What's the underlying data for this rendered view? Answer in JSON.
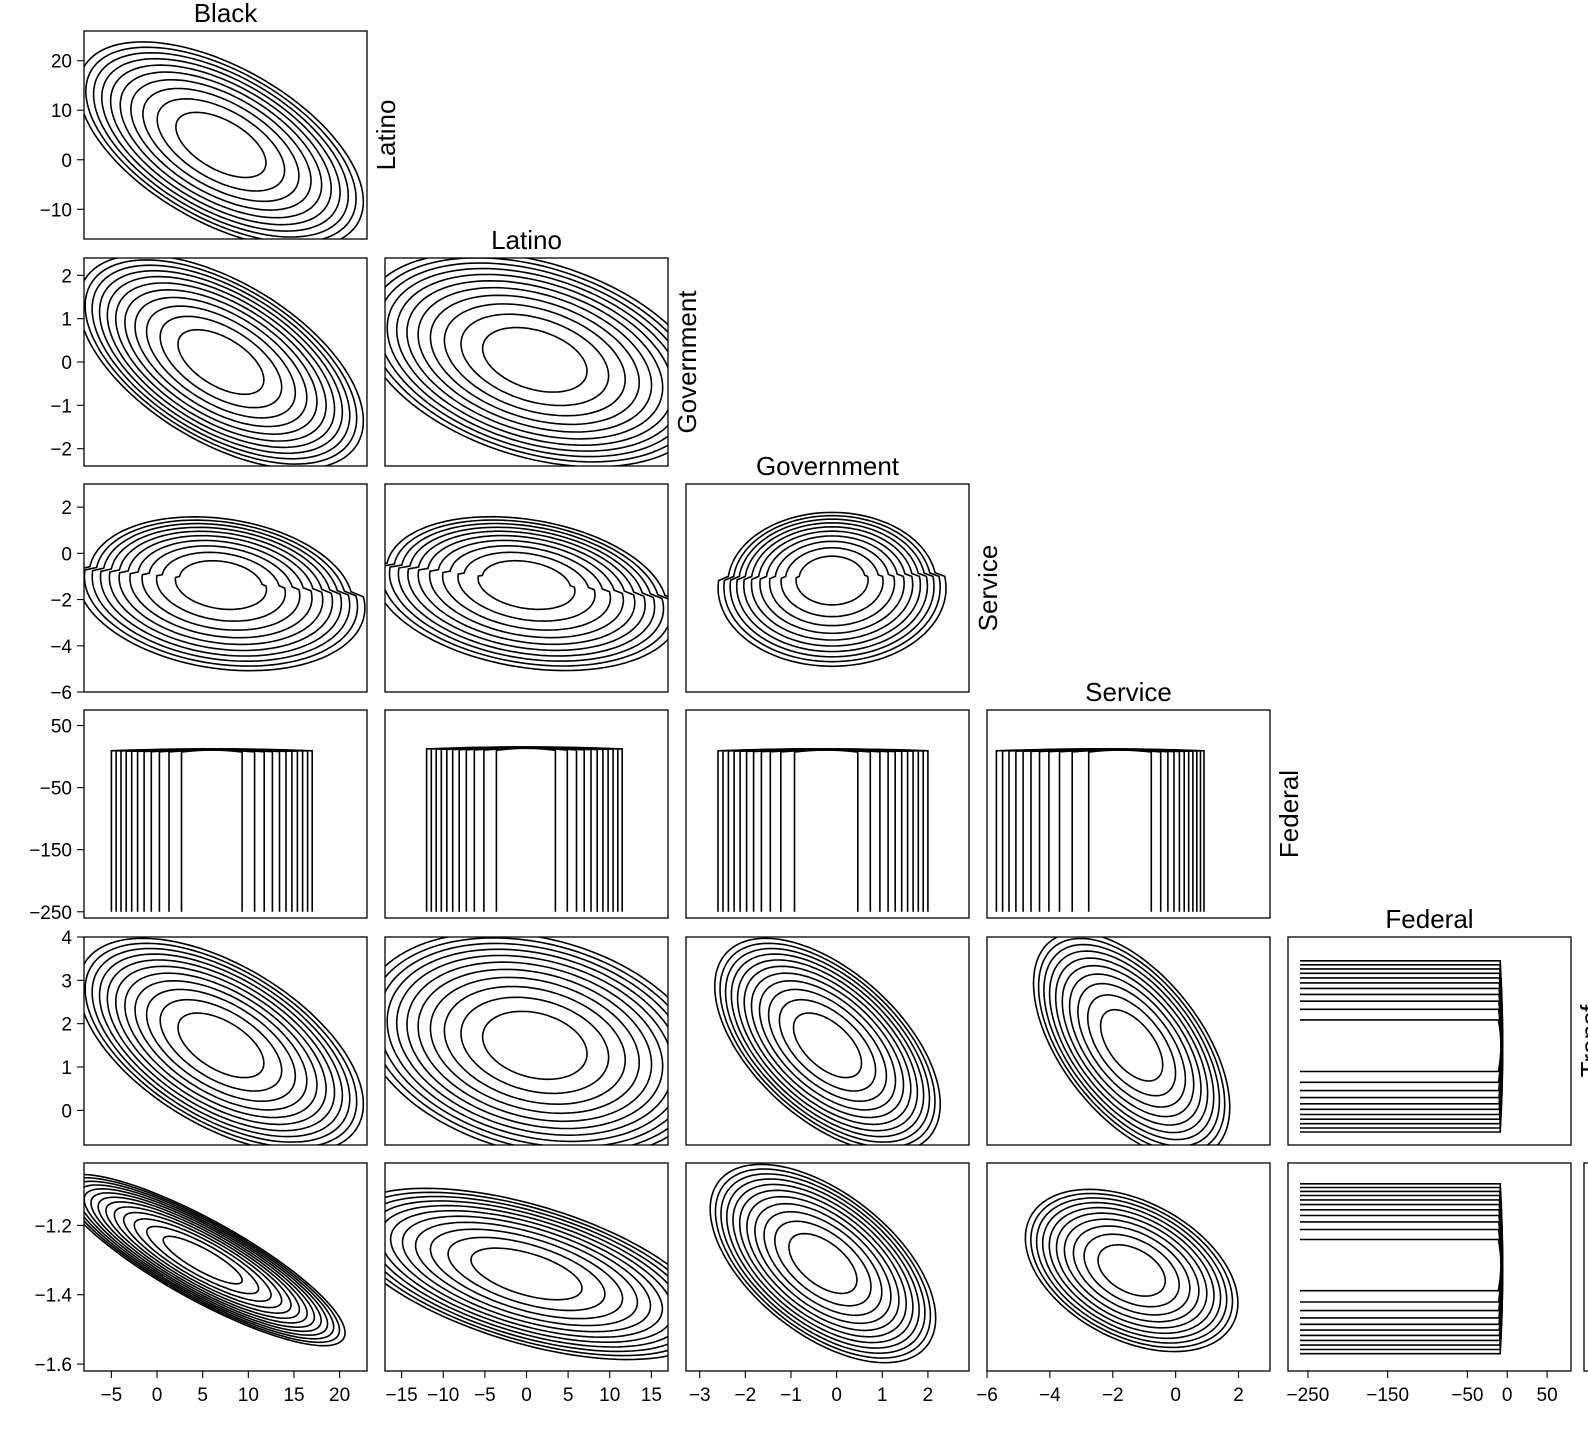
{
  "chart_data": {
    "type": "contour-matrix",
    "variables": [
      "Black",
      "Latino",
      "Government",
      "Service",
      "Federal",
      "Transf"
    ],
    "visible_labels": {
      "col_titles": [
        "Black",
        "Latino",
        "Government",
        "Service",
        "Federal"
      ],
      "row_labels": [
        "Latino",
        "Government",
        "Service",
        "Federal",
        "Transf"
      ]
    },
    "axes": {
      "Black": {
        "range": [
          -8,
          23
        ],
        "ticks": [
          -5,
          0,
          5,
          10,
          15,
          20
        ]
      },
      "Latino": {
        "range": [
          -16,
          26
        ],
        "ticks": [
          -10,
          0,
          10,
          20
        ],
        "x_ticks": [
          -15,
          -10,
          -5,
          0,
          5,
          10,
          15
        ],
        "x_range": [
          -17,
          17
        ]
      },
      "Government": {
        "range": [
          -2.4,
          2.4
        ],
        "ticks": [
          -2,
          -1,
          0,
          1,
          2
        ],
        "x_ticks": [
          -3,
          -2,
          -1,
          0,
          1,
          2
        ],
        "x_range": [
          -3.3,
          2.9
        ]
      },
      "Service": {
        "range": [
          -6,
          3
        ],
        "ticks": [
          -6,
          -4,
          -2,
          0,
          2
        ],
        "y_ticks": [
          -6,
          -4,
          -2,
          0,
          2
        ]
      },
      "Federal": {
        "range": [
          -260,
          75
        ],
        "ticks": [
          -250,
          -150,
          -50,
          50
        ],
        "x_ticks": [
          -250,
          -150,
          -50,
          0,
          50
        ],
        "x_range": [
          -275,
          80
        ]
      },
      "Transf": {
        "range": [
          -0.8,
          4
        ],
        "ticks": [
          0,
          1,
          2,
          3,
          4
        ]
      },
      "LastRow": {
        "range": [
          -1.62,
          -1.02
        ],
        "ticks": [
          -1.6,
          -1.4,
          -1.2
        ]
      }
    },
    "panels": [
      {
        "row": "Latino",
        "col": "Black",
        "center": [
          7,
          3
        ],
        "sd": [
          6,
          8
        ],
        "rho": -0.55,
        "levels": 10,
        "shape": "ellipse"
      },
      {
        "row": "Government",
        "col": "Black",
        "center": [
          7,
          0
        ],
        "sd": [
          6,
          0.95
        ],
        "rho": -0.55,
        "levels": 11,
        "shape": "ellipse"
      },
      {
        "row": "Government",
        "col": "Latino",
        "center": [
          1,
          0.05
        ],
        "sd": [
          8,
          0.95
        ],
        "rho": -0.35,
        "levels": 11,
        "shape": "ellipse"
      },
      {
        "row": "Service",
        "col": "Black",
        "center": [
          7,
          -1.2
        ],
        "sd": [
          6,
          1.3
        ],
        "rho": -0.2,
        "levels": 10,
        "shape": "skew"
      },
      {
        "row": "Service",
        "col": "Latino",
        "center": [
          0,
          -1.2
        ],
        "sd": [
          7,
          1.3
        ],
        "rho": -0.25,
        "levels": 10,
        "shape": "skew"
      },
      {
        "row": "Service",
        "col": "Government",
        "center": [
          -0.1,
          -1.0
        ],
        "sd": [
          0.95,
          1.3
        ],
        "rho": 0.0,
        "levels": 10,
        "shape": "skew"
      },
      {
        "row": "Federal",
        "col": "Black",
        "center": [
          6,
          0
        ],
        "sd": [
          6,
          10
        ],
        "rho": 0,
        "levels": 11,
        "shape": "vertical",
        "x_extent": [
          -5,
          17
        ],
        "y_top": 15,
        "y_bottom": -250
      },
      {
        "row": "Federal",
        "col": "Latino",
        "center": [
          0,
          0
        ],
        "sd": [
          8,
          10
        ],
        "rho": 0,
        "levels": 11,
        "shape": "vertical",
        "x_extent": [
          -12,
          11.5
        ],
        "y_top": 18,
        "y_bottom": -250
      },
      {
        "row": "Federal",
        "col": "Government",
        "center": [
          -0.2,
          0
        ],
        "sd": [
          1,
          10
        ],
        "rho": 0,
        "levels": 11,
        "shape": "vertical",
        "x_extent": [
          -2.6,
          2.0
        ],
        "y_top": 15,
        "y_bottom": -250
      },
      {
        "row": "Federal",
        "col": "Service",
        "center": [
          -1.5,
          0
        ],
        "sd": [
          1.3,
          10
        ],
        "rho": 0,
        "levels": 11,
        "shape": "vertical",
        "x_extent": [
          -5.7,
          0.9
        ],
        "y_top": 15,
        "y_bottom": -250
      },
      {
        "row": "Transf",
        "col": "Black",
        "center": [
          7,
          1.5
        ],
        "sd": [
          6,
          0.95
        ],
        "rho": -0.55,
        "levels": 11,
        "shape": "ellipse"
      },
      {
        "row": "Transf",
        "col": "Latino",
        "center": [
          1,
          1.5
        ],
        "sd": [
          8,
          1.0
        ],
        "rho": -0.25,
        "levels": 11,
        "shape": "ellipse"
      },
      {
        "row": "Transf",
        "col": "Government",
        "center": [
          -0.2,
          1.5
        ],
        "sd": [
          0.95,
          0.95
        ],
        "rho": -0.55,
        "levels": 11,
        "shape": "ellipse"
      },
      {
        "row": "Transf",
        "col": "Service",
        "center": [
          -1.4,
          1.5
        ],
        "sd": [
          1.2,
          1.0
        ],
        "rho": -0.55,
        "levels": 10,
        "shape": "ellipse"
      },
      {
        "row": "Transf",
        "col": "Federal",
        "center": [
          -5,
          1.5
        ],
        "sd": [
          10,
          0.95
        ],
        "rho": 0,
        "levels": 11,
        "shape": "horizontal",
        "y_extent": [
          -0.5,
          3.45
        ],
        "x_left": -260,
        "x_right": -5
      },
      {
        "row": "LastRow",
        "col": "Black",
        "center": [
          5,
          -1.3
        ],
        "sd": [
          6,
          0.095
        ],
        "rho": -0.85,
        "levels": 13,
        "shape": "ellipse"
      },
      {
        "row": "LastRow",
        "col": "Latino",
        "center": [
          0,
          -1.34
        ],
        "sd": [
          8.5,
          0.095
        ],
        "rho": -0.55,
        "levels": 11,
        "shape": "ellipse"
      },
      {
        "row": "LastRow",
        "col": "Government",
        "center": [
          -0.3,
          -1.31
        ],
        "sd": [
          0.95,
          0.11
        ],
        "rho": -0.55,
        "levels": 11,
        "shape": "ellipse"
      },
      {
        "row": "LastRow",
        "col": "Service",
        "center": [
          -1.4,
          -1.33
        ],
        "sd": [
          1.3,
          0.09
        ],
        "rho": -0.4,
        "levels": 10,
        "shape": "ellipse"
      },
      {
        "row": "LastRow",
        "col": "Federal",
        "center": [
          -5,
          -1.31
        ],
        "sd": [
          10,
          0.09
        ],
        "rho": 0,
        "levels": 11,
        "shape": "horizontal",
        "y_extent": [
          -1.57,
          -1.08
        ],
        "x_left": -260,
        "x_right": -5
      }
    ],
    "grid": false,
    "legend": "none"
  }
}
